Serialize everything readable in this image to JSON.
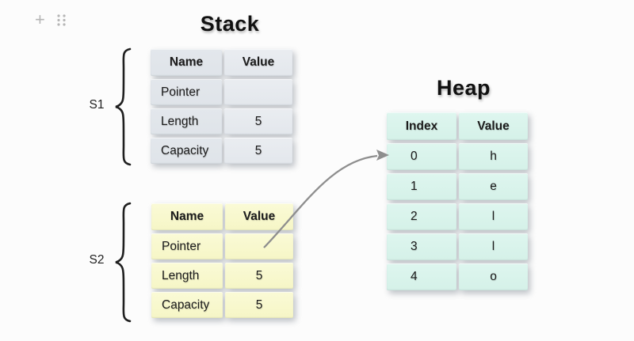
{
  "app": {
    "icons": {
      "add": "+",
      "drag_handle": "grid-dots"
    }
  },
  "titles": {
    "stack": "Stack",
    "heap": "Heap"
  },
  "stack": {
    "s1": {
      "label": "S1",
      "headers": {
        "name": "Name",
        "value": "Value"
      },
      "rows": [
        {
          "name": "Pointer",
          "value": ""
        },
        {
          "name": "Length",
          "value": "5"
        },
        {
          "name": "Capacity",
          "value": "5"
        }
      ]
    },
    "s2": {
      "label": "S2",
      "headers": {
        "name": "Name",
        "value": "Value"
      },
      "rows": [
        {
          "name": "Pointer",
          "value": ""
        },
        {
          "name": "Length",
          "value": "5"
        },
        {
          "name": "Capacity",
          "value": "5"
        }
      ]
    }
  },
  "heap": {
    "headers": {
      "index": "Index",
      "value": "Value"
    },
    "rows": [
      {
        "index": "0",
        "value": "h"
      },
      {
        "index": "1",
        "value": "e"
      },
      {
        "index": "2",
        "value": "l"
      },
      {
        "index": "3",
        "value": "l"
      },
      {
        "index": "4",
        "value": "o"
      }
    ]
  },
  "colors": {
    "background": "#fcfcfc",
    "title_text": "#111111",
    "cell_text": "#1c1c1c",
    "s1_head": "#dfe4e9",
    "s1_name": "#e3e7ec",
    "s1_value": "#eaedf1",
    "s2_cell": "#f6f6c6",
    "s2_value": "#fafad6",
    "heap_cell": "#d5f1e8",
    "heap_value": "#def6ef",
    "arrow": "#8e8e8e",
    "brace": "#1f1f1f",
    "icon_gray": "#b5b5b5"
  }
}
